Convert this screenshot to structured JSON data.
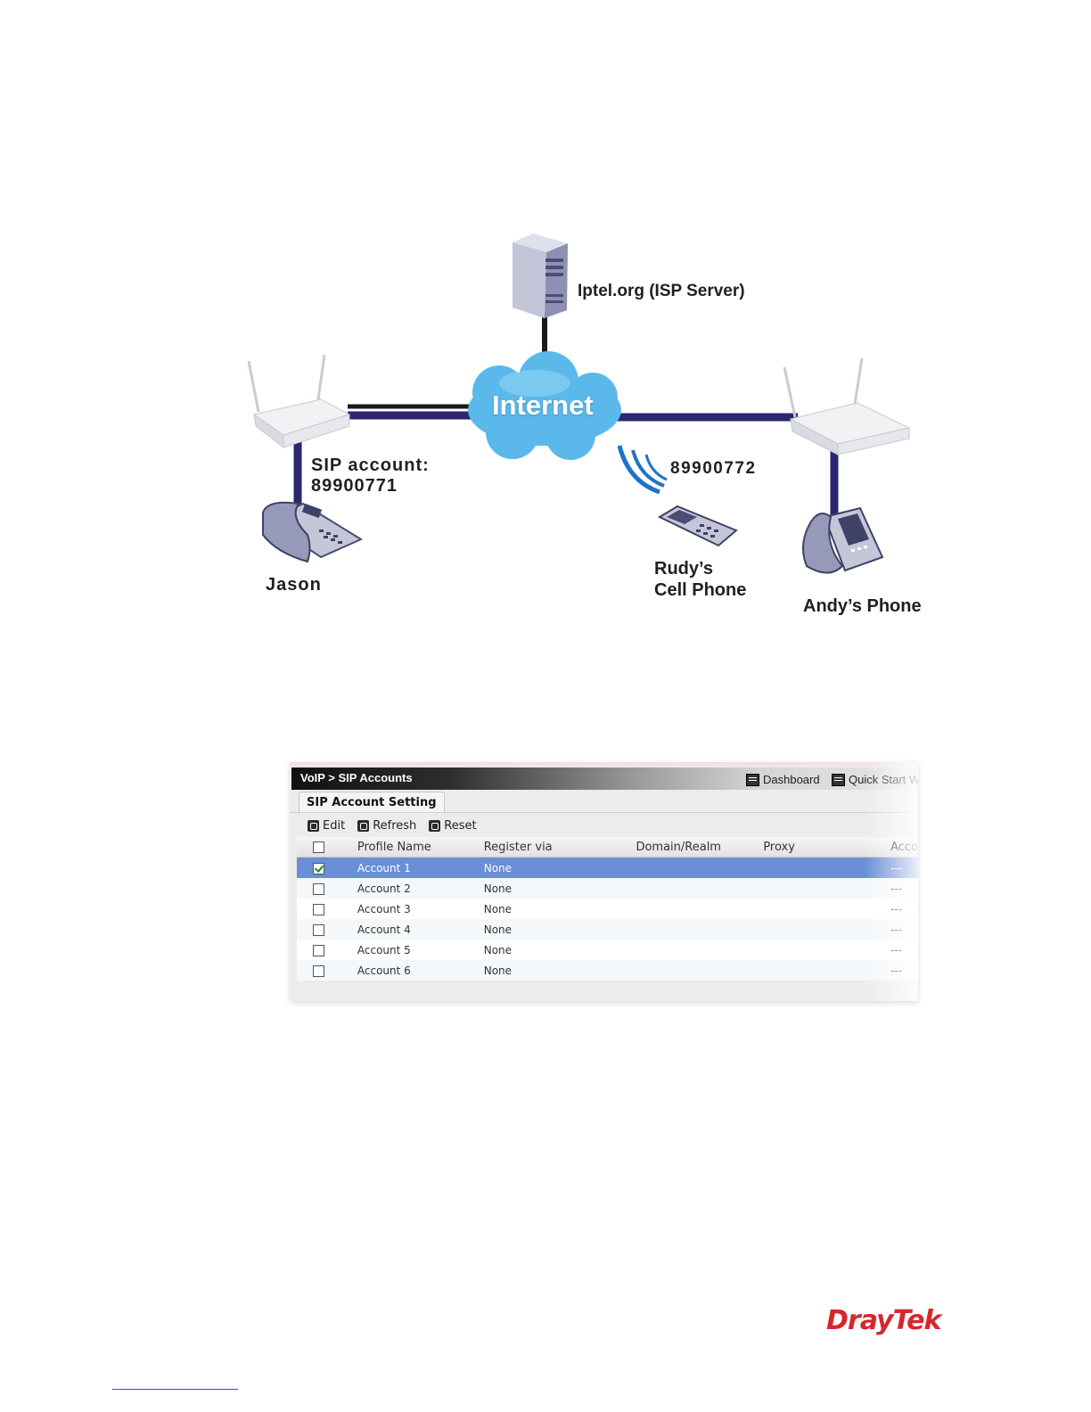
{
  "diagram": {
    "isp_server": "Iptel.org (ISP Server)",
    "cloud": "Internet",
    "jason_sip_line1": "SIP account:",
    "jason_sip_line2": "89900771",
    "jason": "Jason",
    "cell_number": "89900772",
    "rudy_line1": "Rudy’s",
    "rudy_line2": "Cell Phone",
    "andy": "Andy’s Phone"
  },
  "screen": {
    "breadcrumb": "VoIP > SIP Accounts",
    "dashboard_link": "Dashboard",
    "quick_start_link": "Quick Start W",
    "tab": "SIP Account Setting",
    "toolbar": {
      "edit": "Edit",
      "refresh": "Refresh",
      "reset": "Reset"
    },
    "columns": [
      "Profile Name",
      "Register via",
      "Domain/Realm",
      "Proxy",
      "Acco"
    ],
    "rows": [
      {
        "name": "Account 1",
        "register": "None",
        "domain": "",
        "proxy": "",
        "account": "---",
        "checked": true
      },
      {
        "name": "Account 2",
        "register": "None",
        "domain": "",
        "proxy": "",
        "account": "---",
        "checked": false
      },
      {
        "name": "Account 3",
        "register": "None",
        "domain": "",
        "proxy": "",
        "account": "---",
        "checked": false
      },
      {
        "name": "Account 4",
        "register": "None",
        "domain": "",
        "proxy": "",
        "account": "---",
        "checked": false
      },
      {
        "name": "Account 5",
        "register": "None",
        "domain": "",
        "proxy": "",
        "account": "---",
        "checked": false
      },
      {
        "name": "Account 6",
        "register": "None",
        "domain": "",
        "proxy": "",
        "account": "---",
        "checked": false
      }
    ]
  },
  "footer": {
    "logo": "DrayTek"
  },
  "colors": {
    "link_line": "#2a2670",
    "cloud": "#4fb8ea",
    "selected_row": "#6a8fd6",
    "brand_red": "#d8262c"
  }
}
